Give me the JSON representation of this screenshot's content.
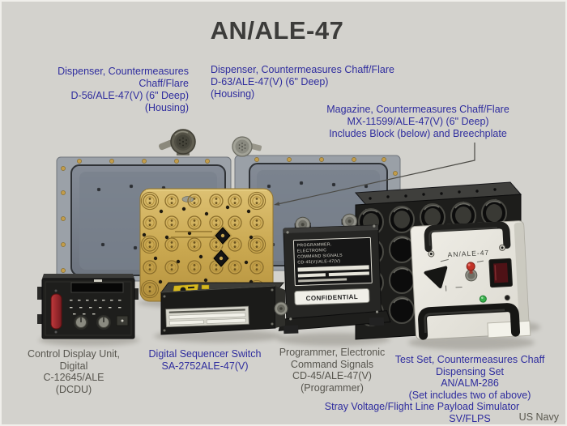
{
  "page": {
    "title": "AN/ALE-47",
    "credit": "US Navy"
  },
  "colors": {
    "background": "#d3d2cd",
    "annotation_blue": "#2e2c9e",
    "caption_gray": "#57554e",
    "title_color": "#3c3c3a",
    "breechplate_gold": "#c9a74f",
    "warning_label_yellow": "#d6b81e",
    "toggle_red": "#c23227",
    "led_green": "#38b14c"
  },
  "annotations": {
    "dispenser_d56": {
      "lines": [
        "Dispenser, Countermeasures Chaff/Flare",
        "D-56/ALE-47(V) (6\" Deep)",
        "(Housing)"
      ]
    },
    "dispenser_d63": {
      "lines": [
        "Dispenser, Countermeasures Chaff/Flare",
        "D-63/ALE-47(V) (6\" Deep)",
        "(Housing)"
      ]
    },
    "magazine": {
      "lines": [
        "Magazine, Countermeasures Chaff/Flare",
        "MX-11599/ALE-47(V) (6\" Deep)",
        "Includes Block (below) and Breechplate"
      ]
    },
    "control_display_unit": {
      "lines": [
        "Control Display Unit, Digital",
        "C-12645/ALE",
        "(DCDU)"
      ]
    },
    "sequencer_switch": {
      "lines": [
        "Digital Sequencer Switch",
        "SA-2752ALE-47(V)"
      ]
    },
    "programmer": {
      "lines": [
        "Programmer, Electronic",
        "Command Signals",
        "CD-45/ALE-47(V)",
        "(Programmer)"
      ]
    },
    "test_set": {
      "lines": [
        "Test Set, Countermeasures Chaff",
        "Dispensing Set",
        "AN/ALM-286",
        "(Set includes two of above)",
        "Stray Voltage/Flight Line Payload Simulator",
        "SV/FLPS"
      ]
    }
  },
  "photo_text": {
    "test_set_faceplate": "AN/ALE-47",
    "programmer_label_lines": [
      "PROGRAMMER,",
      "ELECTRONIC",
      "COMMAND SIGNALS",
      "CD-45(V)/ALE-47(V)"
    ],
    "confidential_stamp": "CONFIDENTIAL"
  }
}
